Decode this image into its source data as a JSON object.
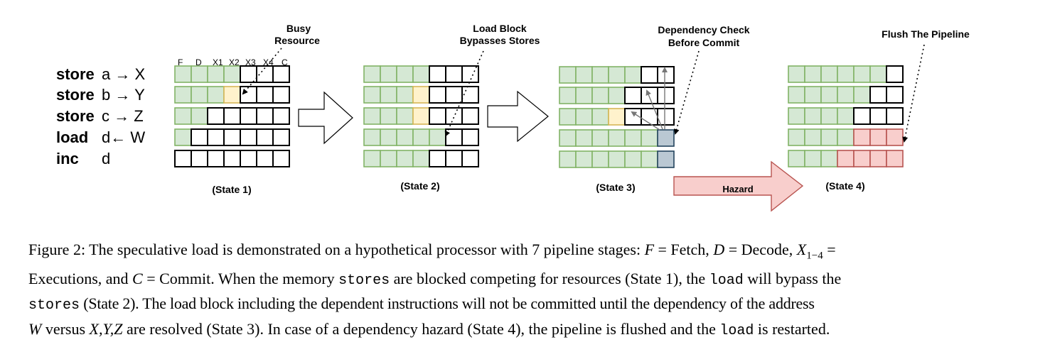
{
  "stage_labels": [
    "F",
    "D",
    "X1",
    "X2",
    "X3",
    "X4",
    "C"
  ],
  "instructions": [
    {
      "op": "store",
      "operand": "a → X"
    },
    {
      "op": "store",
      "operand": "b → Y"
    },
    {
      "op": "store",
      "operand": "c → Z"
    },
    {
      "op": "load",
      "operand": "d← W"
    },
    {
      "op": "inc",
      "operand": "d"
    }
  ],
  "states": [
    {
      "label": "(State 1)",
      "annotation": [
        "Busy",
        "Resource"
      ]
    },
    {
      "label": "(State 2)",
      "annotation": [
        "Load Block",
        "Bypasses Stores"
      ]
    },
    {
      "label": "(State 3)",
      "annotation": [
        "Dependency Check",
        "Before Commit"
      ]
    },
    {
      "label": "(State 4)",
      "annotation": [
        "Flush The Pipeline"
      ]
    }
  ],
  "hazard_label": "Hazard",
  "colors": {
    "done": "#d5e8d4",
    "done_stroke": "#82b366",
    "busy": "#fff2cc",
    "busy_stroke": "#d6b656",
    "check": "#bac8d3",
    "check_stroke": "#23445d",
    "flush": "#f8cecc",
    "flush_stroke": "#b85450"
  },
  "caption": {
    "l1a": "Figure 2: The speculative load is demonstrated on a hypothetical processor with 7 pipeline stages: ",
    "F": "F",
    "eq_fetch": " = Fetch, ",
    "D": "D",
    "eq_decode": " = Decode, ",
    "X": "X",
    "x_sub": "1−4",
    "eq_tail": " =",
    "l2a": "Executions, and ",
    "C": "C",
    "l2b": " = Commit. When the memory ",
    "stores1": "stores",
    "l2c": " are blocked competing for resources (State 1), the ",
    "load1": "load",
    "l2d": " will bypass the",
    "stores2": "stores",
    "l3": " (State 2). The load block including the dependent instructions will not be committed until the dependency of the address",
    "W": "W",
    "l4a": " versus ",
    "XYZ": "X,Y,Z",
    "l4b": " are resolved (State 3). In case of a dependency hazard (State 4), the pipeline is flushed and the ",
    "load2": "load",
    "l4c": " is restarted."
  }
}
